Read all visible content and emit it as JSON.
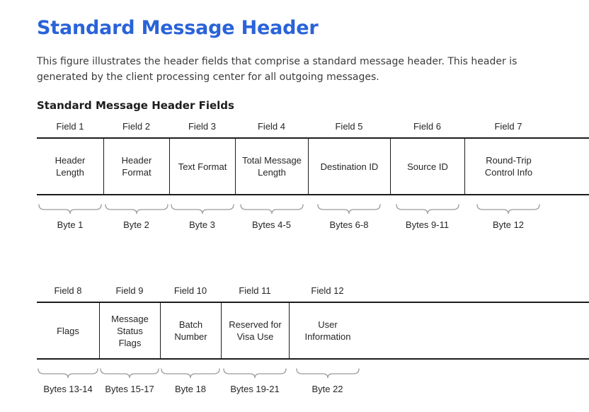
{
  "page": {
    "title": "Standard Message Header",
    "description": "This figure illustrates the header fields that comprise a standard message header. This header is generated by the client processing center for all outgoing messages.",
    "figure_title": "Standard Message Header Fields"
  },
  "diagram": {
    "rows": [
      {
        "name": "fields-1-7",
        "columns": [
          {
            "field_label": "Field 1",
            "field_name": "Header Length",
            "byte_label": "Byte 1",
            "width": 94
          },
          {
            "field_label": "Field 2",
            "field_name": "Header Format",
            "byte_label": "Byte 2",
            "width": 93
          },
          {
            "field_label": "Field 3",
            "field_name": "Text Format",
            "byte_label": "Byte 3",
            "width": 93
          },
          {
            "field_label": "Field 4",
            "field_name": "Total Message Length",
            "byte_label": "Bytes 4-5",
            "width": 103
          },
          {
            "field_label": "Field 5",
            "field_name": "Destination ID",
            "byte_label": "Bytes 6-8",
            "width": 116
          },
          {
            "field_label": "Field 6",
            "field_name": "Source ID",
            "byte_label": "Bytes 9-11",
            "width": 105
          },
          {
            "field_label": "Field 7",
            "field_name": "Round-Trip Control Info",
            "byte_label": "Byte 12",
            "width": 124
          }
        ]
      },
      {
        "name": "fields-8-12",
        "columns": [
          {
            "field_label": "Field 8",
            "field_name": "Flags",
            "byte_label": "Bytes 13-14",
            "width": 88
          },
          {
            "field_label": "Field 9",
            "field_name": "Message Status Flags",
            "byte_label": "Bytes 15-17",
            "width": 86
          },
          {
            "field_label": "Field 10",
            "field_name": "Batch Number",
            "byte_label": "Byte 18",
            "width": 86
          },
          {
            "field_label": "Field 11",
            "field_name": "Reserved for Visa Use",
            "byte_label": "Bytes 19-21",
            "width": 96
          },
          {
            "field_label": "Field 12",
            "field_name": "User Information",
            "byte_label": "Byte 22",
            "width": 109
          }
        ]
      }
    ]
  },
  "colors": {
    "heading": "#2a63d8",
    "body_text": "#3b3b3b",
    "diagram_text": "#262626",
    "table_border": "#1c1c1c",
    "brace": "#9a9a9a"
  }
}
